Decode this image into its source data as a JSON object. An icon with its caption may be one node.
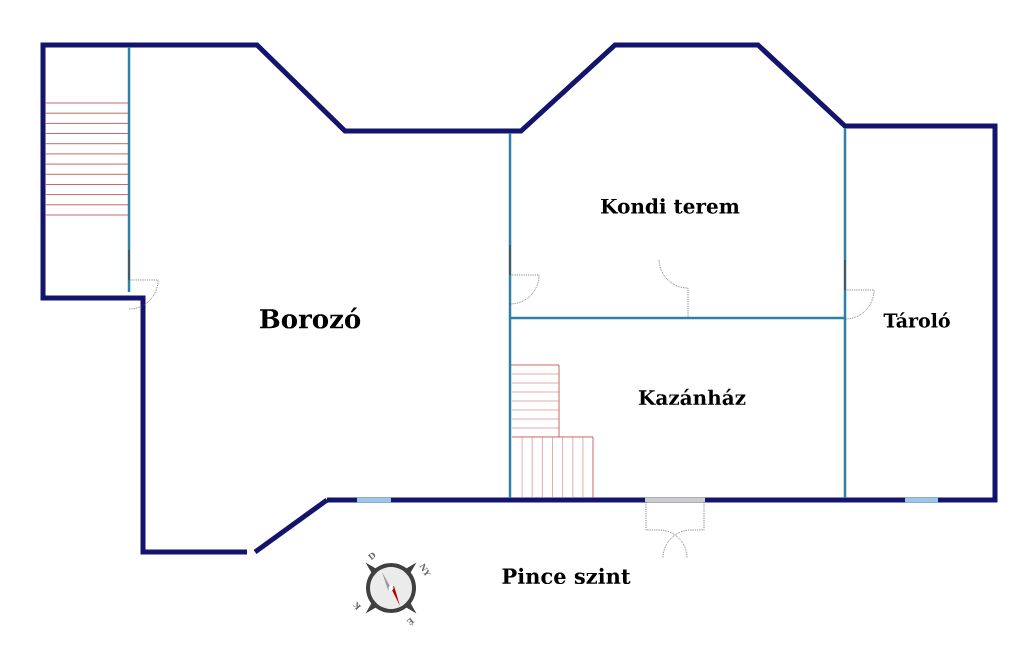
{
  "diagram": {
    "labels": [
      "Kondi terem",
      "Borozó",
      "Tároló",
      "Kazánház",
      "Pince szint",
      "D",
      "NY",
      "K",
      "É"
    ]
  }
}
